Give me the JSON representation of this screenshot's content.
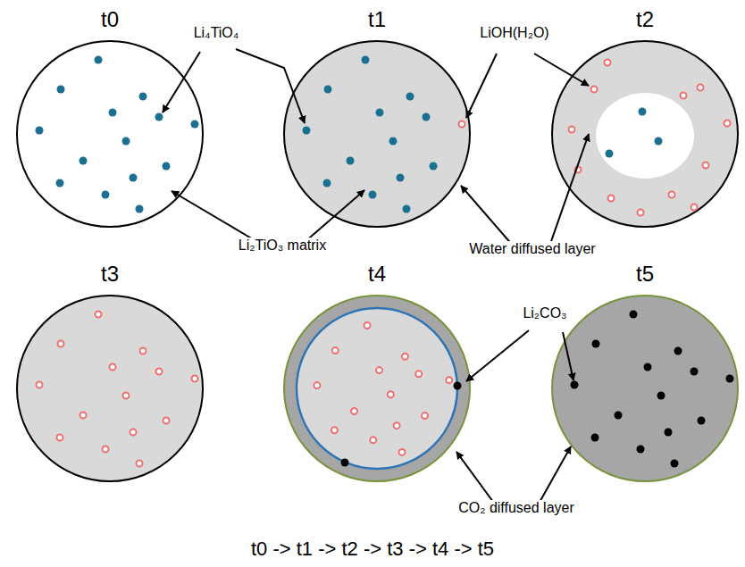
{
  "diagram": {
    "caption": "t0 -> t1 -> t2 -> t3 -> t4 -> t5",
    "nodes": [
      {
        "text": [
          "t0"
        ]
      },
      {
        "text": [
          "t1"
        ]
      },
      {
        "text": [
          "t2"
        ]
      },
      {
        "text": [
          "t3"
        ]
      },
      {
        "text": [
          "t4"
        ]
      },
      {
        "text": [
          "t5"
        ]
      }
    ],
    "labels": [
      "Li₄TiO₄",
      "LiOH(H₂O)",
      "Li₂TiO₃ matrix",
      "Water diffused layer",
      "Li₂CO₃",
      "CO₂ diffused layer"
    ]
  }
}
